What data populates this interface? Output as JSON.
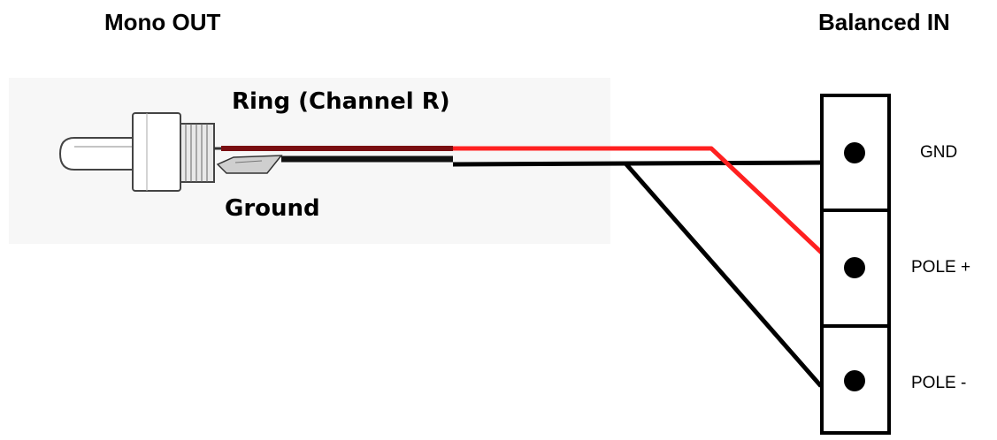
{
  "titles": {
    "output": "Mono OUT",
    "input": "Balanced IN"
  },
  "wire_labels": {
    "ring": "Ring (Channel R)",
    "ground": "Ground"
  },
  "terminals": {
    "gnd": "GND",
    "pole_plus": "POLE +",
    "pole_minus": "POLE -"
  },
  "colors": {
    "signal_wire": "#ff2020",
    "ground_wire": "#000000"
  }
}
